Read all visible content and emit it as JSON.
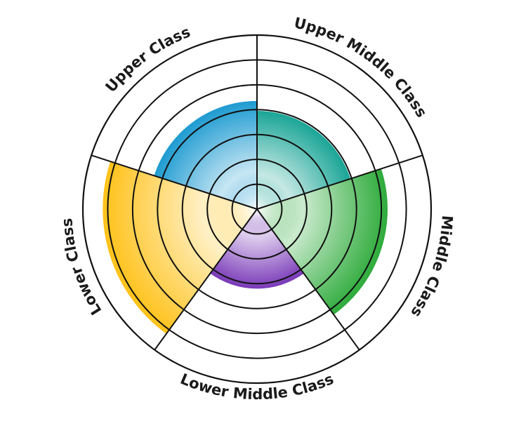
{
  "chart_data": {
    "type": "polar-area",
    "title": "",
    "categories": [
      "Upper Class",
      "Upper Middle Class",
      "Middle Class",
      "Lower Middle Class",
      "Lower Class"
    ],
    "values": [
      4.35,
      3.95,
      5.25,
      3.2,
      6.2
    ],
    "rmax": 7,
    "rings": [
      1,
      2,
      3,
      4,
      5,
      6,
      7
    ],
    "colors": {
      "Upper Class": "#1e9bd1",
      "Upper Middle Class": "#1aa596",
      "Middle Class": "#2eab3b",
      "Lower Middle Class": "#7a3ab8",
      "Lower Class": "#ffc21a"
    },
    "label_angles_deg": [
      -36,
      36,
      108,
      180,
      252
    ],
    "grid": true,
    "legend": "none"
  }
}
